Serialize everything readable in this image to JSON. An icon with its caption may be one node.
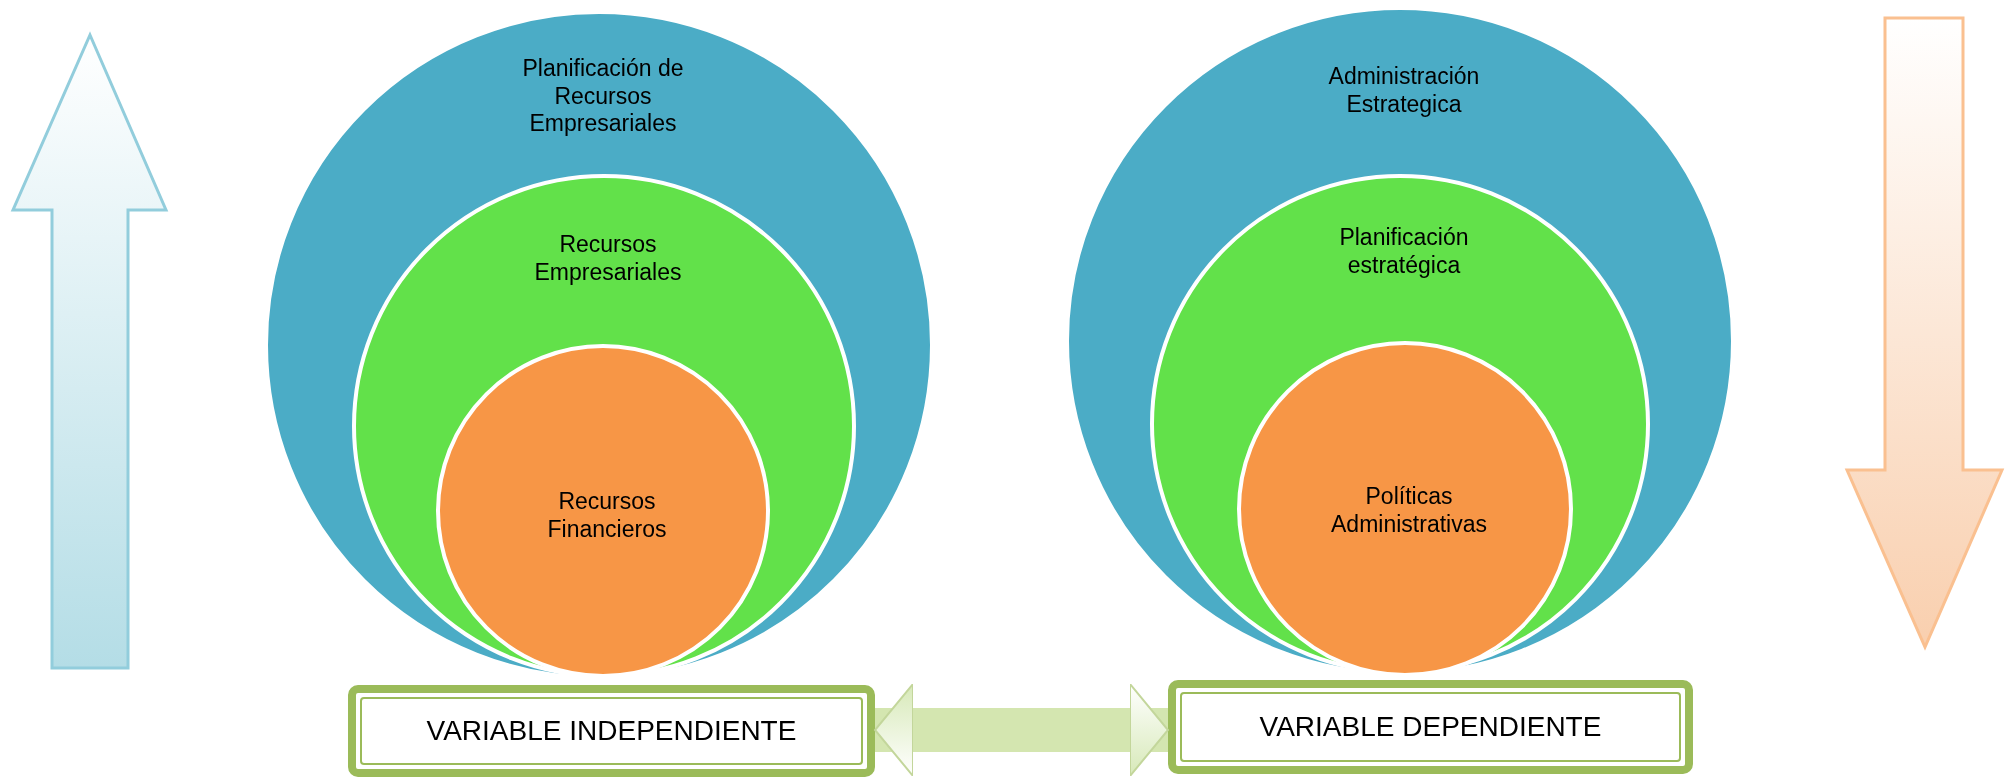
{
  "diagram": {
    "nodes": [
      {
        "text": [
          "Planificación de Recursos Empresariales"
        ]
      },
      {
        "text": [
          "Recursos Empresariales"
        ],
        "in": 0
      },
      {
        "text": [
          "Recursos Financieros"
        ],
        "in": 1
      },
      {
        "text": [
          "Administración Estrategica"
        ]
      },
      {
        "text": [
          "Planificación estratégica"
        ],
        "in": 3
      },
      {
        "text": [
          "Políticas Administrativas"
        ],
        "in": 4
      },
      {
        "text": [
          "VARIABLE INDEPENDIENTE"
        ]
      },
      {
        "text": [
          "VARIABLE DEPENDIENTE"
        ]
      }
    ],
    "edges": [
      {
        "from": 6,
        "to": 7,
        "arrow": "both"
      }
    ]
  }
}
